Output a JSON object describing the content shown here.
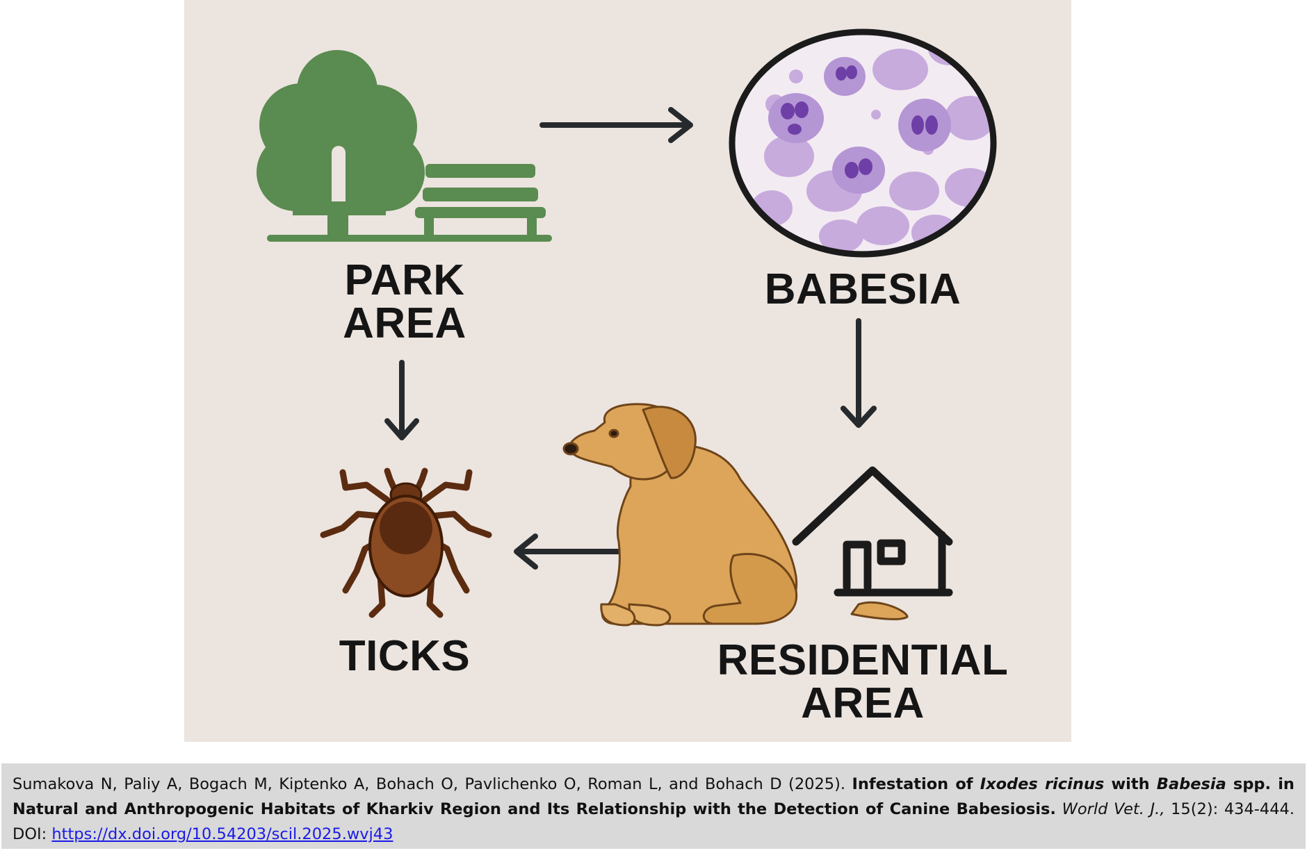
{
  "diagram": {
    "nodes": {
      "park": {
        "line1": "PARK",
        "line2": "AREA"
      },
      "babesia": {
        "label": "BABESIA"
      },
      "ticks": {
        "label": "TICKS"
      },
      "residential": {
        "line1": "RESIDENTIAL",
        "line2": "AREA"
      }
    },
    "edges": [
      {
        "from": "PARK AREA",
        "to": "BABESIA"
      },
      {
        "from": "BABESIA",
        "to": "RESIDENTIAL AREA"
      },
      {
        "from": "RESIDENTIAL AREA",
        "to": "TICKS"
      },
      {
        "from": "PARK AREA",
        "to": "TICKS"
      }
    ],
    "icons": [
      "tree-icon",
      "bench-icon",
      "blood-smear-icon",
      "tick-icon",
      "dog-icon",
      "house-icon"
    ],
    "colors": {
      "background": "#ece4df",
      "tree_green": "#5a8b50",
      "arrow": "#262a2c",
      "tick_brown": "#7a3d1a",
      "dog_tan": "#dca55a",
      "smear_purple": "#b190d2"
    }
  },
  "citation": {
    "authors": "Sumakova N, Paliy A, Bogach M, Kiptenko A, Bohach O, Pavlichenko O, Roman L, and Bohach D (2025). ",
    "title_part1": "Infestation of ",
    "title_italic1": "Ixodes ricinus",
    "title_part2": " with ",
    "title_italic2": "Babesia",
    "title_part3": " spp. in Natural and Anthropogenic Habitats of Kharkiv Region and Its Relationship with the Detection of Canine Babesiosis.",
    "journal": "World Vet. J.,",
    "volume": " 15(2): 434-444. DOI: ",
    "doi_link": "https://dx.doi.org/10.54203/scil.2025.wvj43"
  }
}
